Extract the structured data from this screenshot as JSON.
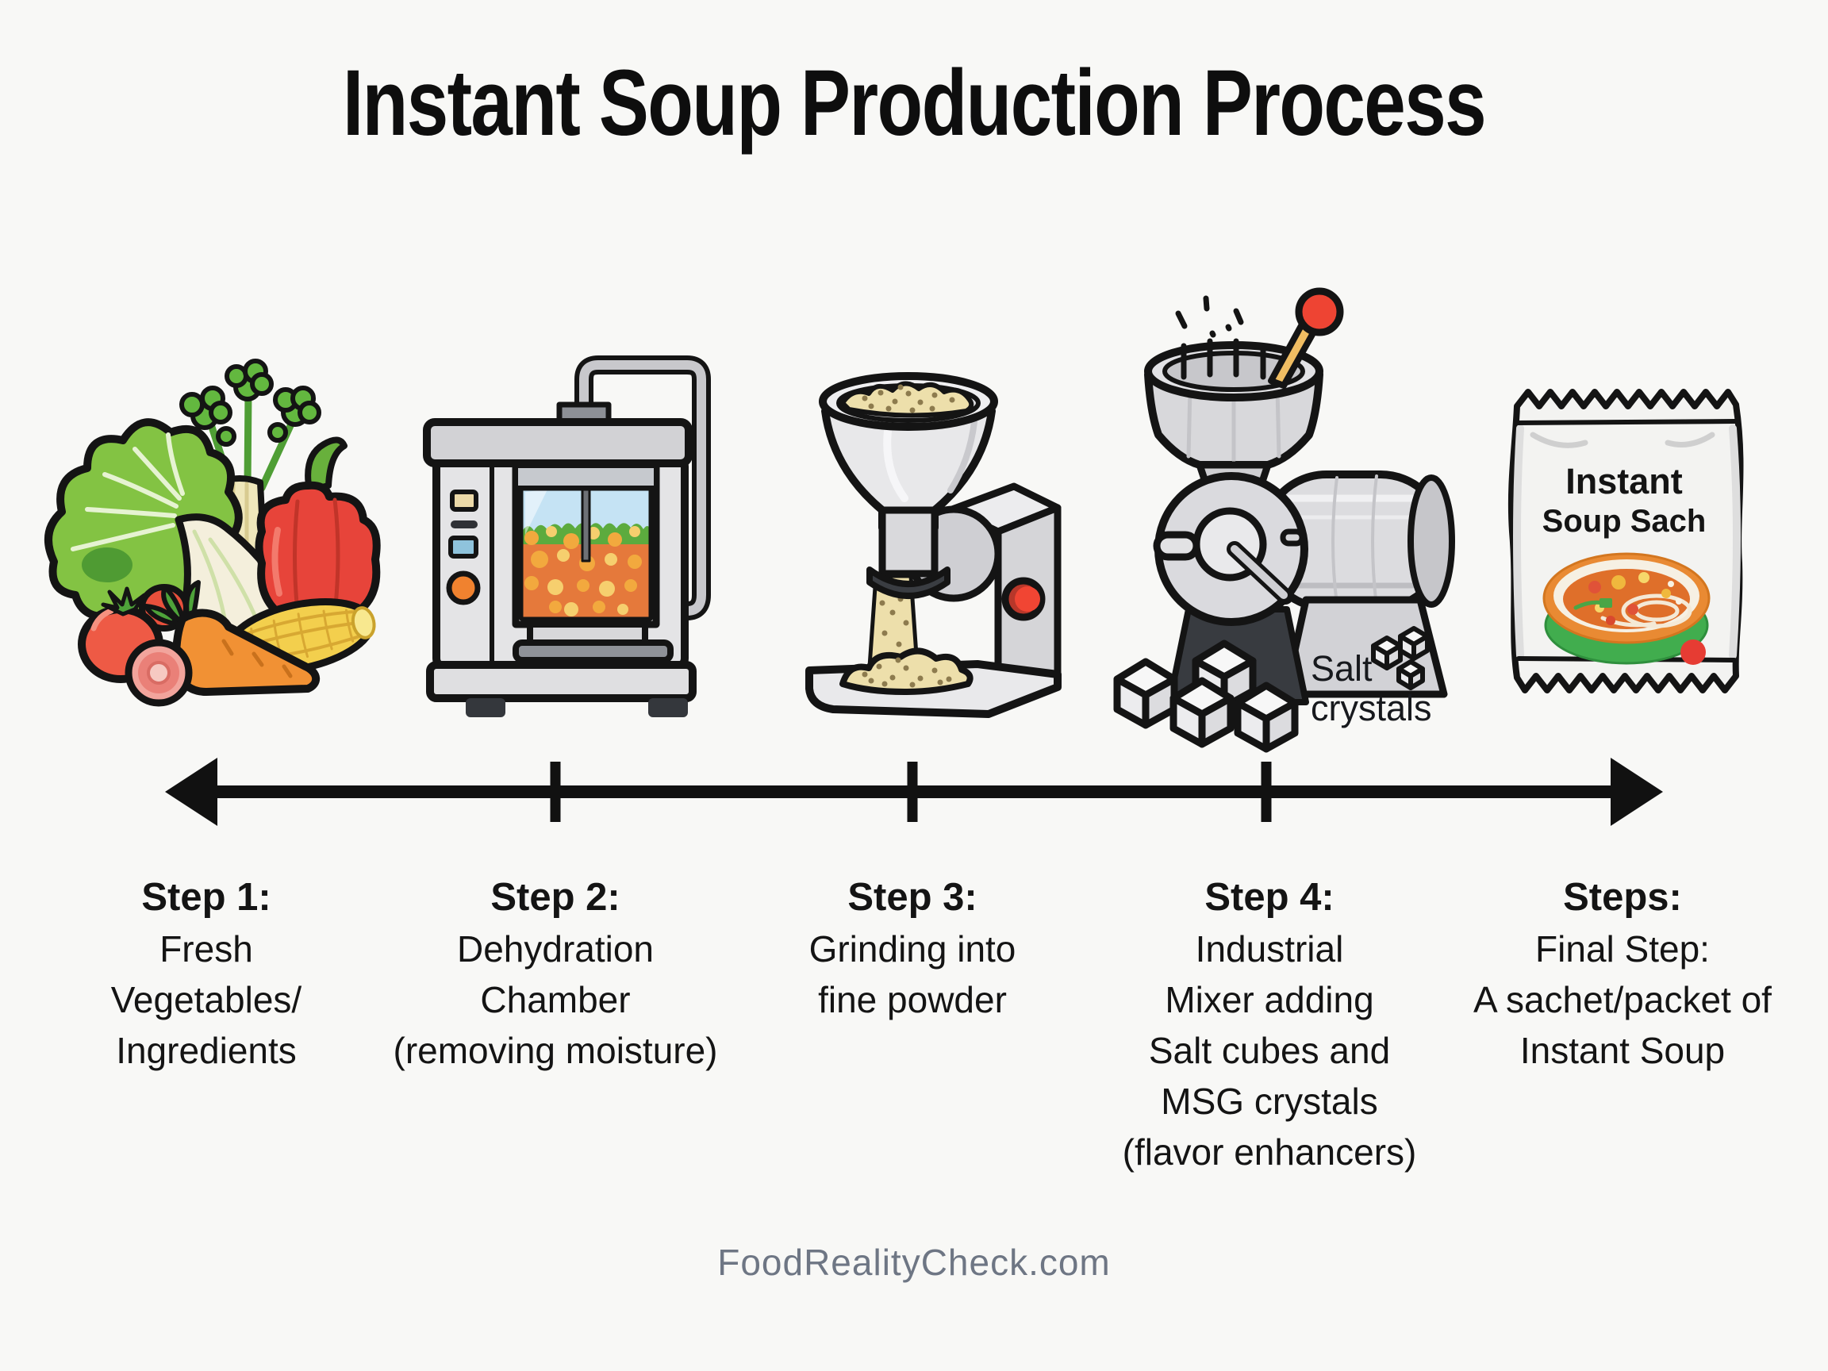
{
  "title": "Instant Soup Production Process",
  "footer": "FoodRealityCheck.com",
  "steps": [
    {
      "title": "Step 1:",
      "line1": "Fresh",
      "line2": "Vegetables/",
      "line3": "Ingredients"
    },
    {
      "title": "Step 2:",
      "line1": "Dehydration",
      "line2": "Chamber",
      "line3": "(removing moisture)"
    },
    {
      "title": "Step 3:",
      "line1": "Grinding into",
      "line2": "fine powder"
    },
    {
      "title": "Step 4:",
      "line1": "Industrial",
      "line2": "Mixer adding",
      "line3": "Salt cubes and",
      "line4": "MSG crystals",
      "line5": "(flavor enhancers)"
    },
    {
      "title": "Steps:",
      "line1": "Final Step:",
      "line2": "A sachet/packet of",
      "line3": "Instant Soup"
    }
  ],
  "mixer_annotation": {
    "line1": "Salt",
    "line2": "crystals"
  },
  "sachet_label": {
    "line1": "Instant",
    "line2": "Soup Sach"
  },
  "illustrations": [
    "fresh-vegetables",
    "dehydration-chamber",
    "powder-grinder",
    "industrial-mixer-with-salt-cubes",
    "instant-soup-sachet"
  ],
  "colors": {
    "background": "#f8f8f6",
    "text_black": "#141414",
    "footer_gray": "#6e7684",
    "arrow_black": "#111111",
    "accent_red": "#ee4433",
    "accent_orange": "#f0822f",
    "accent_green": "#5fae3f",
    "powder_tan": "#eddfab",
    "machine_gray": "#dcdcdf"
  }
}
